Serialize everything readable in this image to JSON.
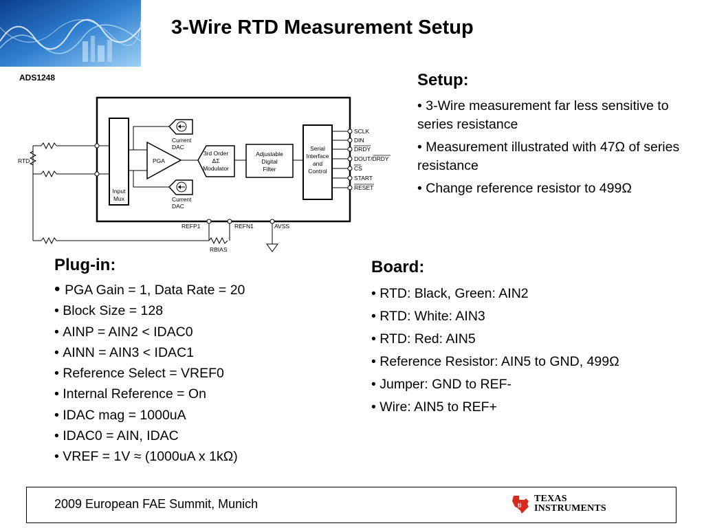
{
  "title": "3-Wire RTD Measurement Setup",
  "diagram": {
    "chip_label": "ADS1248",
    "rtd_label": "RTD",
    "pga_label": "PGA",
    "input_mux_label": [
      "Input",
      "Mux"
    ],
    "current_dac_label": [
      "Current",
      "DAC"
    ],
    "modulator_label": [
      "3rd Order",
      "ΔΣ",
      "Modulator"
    ],
    "filter_label": [
      "Adjustable",
      "Digital",
      "Filter"
    ],
    "serial_label": [
      "Serial",
      "Interface",
      "and",
      "Control"
    ],
    "pins": [
      "SCLK",
      "DIN",
      "DRDY",
      "DOUT/DRDY",
      "CS",
      "START",
      "RESET"
    ],
    "bottom_pins": [
      "REFP1",
      "REFN1",
      "AVSS"
    ],
    "rbias_label": "RBIAS"
  },
  "setup": {
    "heading": "Setup:",
    "items": [
      "3-Wire measurement far less sensitive to series resistance",
      "Measurement illustrated with 47Ω of series resistance",
      "Change reference resistor to 499Ω"
    ]
  },
  "plugin": {
    "heading": "Plug-in:",
    "items": [
      "PGA Gain = 1, Data Rate = 20",
      "Block Size = 128",
      "AINP = AIN2  < IDAC0",
      "AINN = AIN3  < IDAC1",
      "Reference Select = VREF0",
      "Internal Reference = On",
      "IDAC mag = 1000uA",
      "IDAC0 = AIN,  IDAC",
      "VREF = 1V  ≈  (1000uA x 1kΩ)"
    ]
  },
  "board": {
    "heading": "Board:",
    "items": [
      "RTD: Black, Green: AIN2",
      "RTD: White: AIN3",
      "RTD: Red: AIN5",
      "Reference Resistor: AIN5 to GND, 499Ω",
      "Jumper: GND to REF-",
      "Wire: AIN5 to REF+"
    ]
  },
  "footer": {
    "text": "2009 European FAE Summit, Munich",
    "company_line1": "TEXAS",
    "company_line2": "INSTRUMENTS"
  },
  "colors": {
    "ti_red": "#d52b1e",
    "logo_blue": "#1a4f9a"
  }
}
